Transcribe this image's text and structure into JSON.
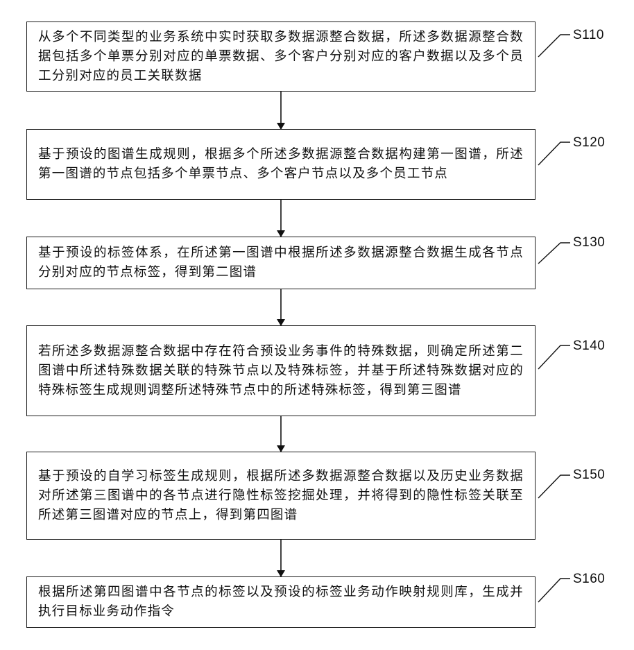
{
  "steps": [
    {
      "id": "S110",
      "text": "从多个不同类型的业务系统中实时获取多数据源整合数据，所述多数据源整合数据包括多个单票分别对应的单票数据、多个客户分别对应的客户数据以及多个员工分别对应的员工关联数据"
    },
    {
      "id": "S120",
      "text": "基于预设的图谱生成规则，根据多个所述多数据源整合数据构建第一图谱，所述第一图谱的节点包括多个单票节点、多个客户节点以及多个员工节点"
    },
    {
      "id": "S130",
      "text": "基于预设的标签体系，在所述第一图谱中根据所述多数据源整合数据生成各节点分别对应的节点标签，得到第二图谱"
    },
    {
      "id": "S140",
      "text": "若所述多数据源整合数据中存在符合预设业务事件的特殊数据，则确定所述第二图谱中所述特殊数据关联的特殊节点以及特殊标签，并基于所述特殊数据对应的特殊标签生成规则调整所述特殊节点中的所述特殊标签，得到第三图谱"
    },
    {
      "id": "S150",
      "text": "基于预设的自学习标签生成规则，根据所述多数据源整合数据以及历史业务数据对所述第三图谱中的各节点进行隐性标签挖掘处理，并将得到的隐性标签关联至所述第三图谱对应的节点上，得到第四图谱"
    },
    {
      "id": "S160",
      "text": "根据所述第四图谱中各节点的标签以及预设的标签业务动作映射规则库，生成并执行目标业务动作指令"
    }
  ]
}
